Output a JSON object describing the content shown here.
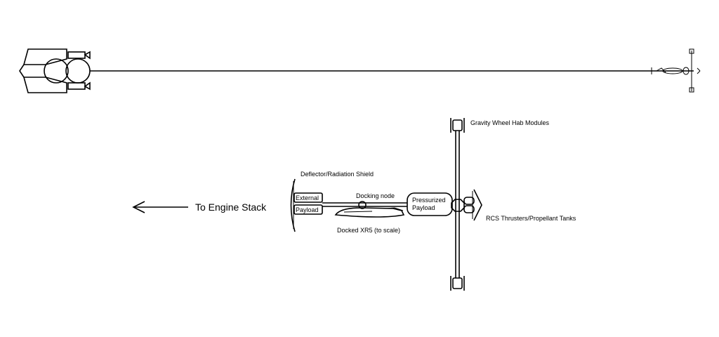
{
  "labels": {
    "gravity_wheel": "Gravity Wheel Hab Modules",
    "deflector": "Deflector/Radiation Shield",
    "external": "External",
    "payload": "Payload",
    "docking_node": "Docking node",
    "pressurized": "Pressurized",
    "pressurized_payload": "Payload",
    "engine_stack": "To Engine Stack",
    "docked_xr5": "Docked XR5 (to scale)",
    "rcs": "RCS Thrusters/Propellant Tanks"
  },
  "icons": {
    "arrow": "arrow-left-icon",
    "spacecraft": "spacecraft-icon",
    "shuttle": "xr5-shuttle-icon"
  },
  "colors": {
    "line": "#000000",
    "background": "#ffffff"
  }
}
